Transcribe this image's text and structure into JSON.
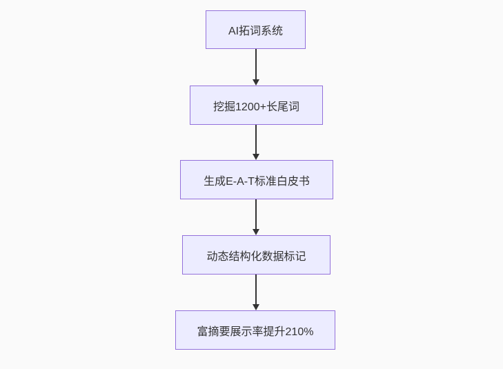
{
  "diagram": {
    "type": "flowchart",
    "direction": "top-down",
    "colors": {
      "background": "#fafafa",
      "node_fill": "#ececff",
      "node_border": "#9370db",
      "node_text": "#333333",
      "arrow": "#333333"
    },
    "nodes": [
      {
        "id": "n1",
        "label": "AI拓词系统"
      },
      {
        "id": "n2",
        "label": "挖掘1200+长尾词"
      },
      {
        "id": "n3",
        "label": "生成E-A-T标准白皮书"
      },
      {
        "id": "n4",
        "label": "动态结构化数据标记"
      },
      {
        "id": "n5",
        "label": "富摘要展示率提升210%"
      }
    ],
    "edges": [
      {
        "from": "n1",
        "to": "n2",
        "style": "solid-arrow"
      },
      {
        "from": "n2",
        "to": "n3",
        "style": "solid-arrow"
      },
      {
        "from": "n3",
        "to": "n4",
        "style": "solid-arrow"
      },
      {
        "from": "n4",
        "to": "n5",
        "style": "solid-arrow"
      }
    ]
  }
}
